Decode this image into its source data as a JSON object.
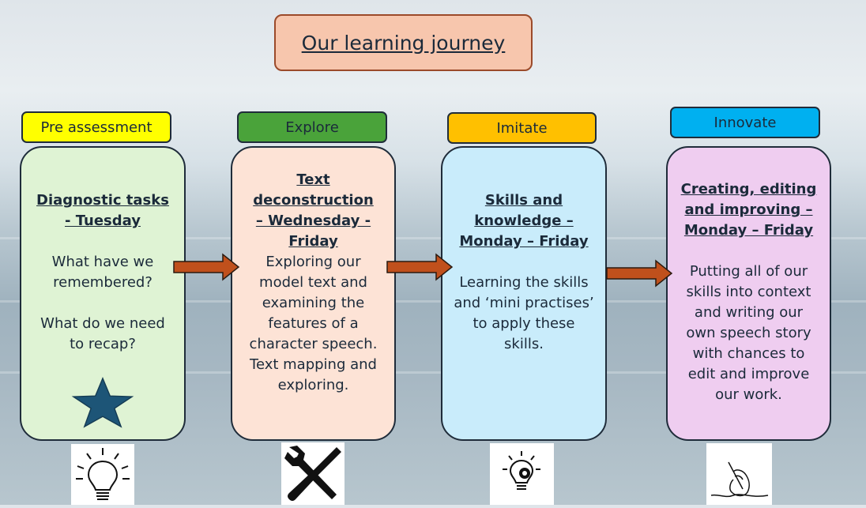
{
  "title": "Our learning journey",
  "colors": {
    "pre_assessment": "#ffff00",
    "explore": "#4aa33a",
    "imitate": "#ffc000",
    "innovate": "#00b0f0"
  },
  "stages": [
    {
      "label": "Pre assessment",
      "heading_lines": [
        "Diagnostic tasks",
        "- Tuesday"
      ],
      "body_lines": [
        "What have we",
        "remembered?",
        "",
        "What do we need",
        "to recap?"
      ],
      "icon": "lightbulb-icon"
    },
    {
      "label": "Explore",
      "heading_lines": [
        "Text deconstruction",
        "– Wednesday -",
        "Friday"
      ],
      "body_lines": [
        "Exploring our",
        "model text and",
        "examining the",
        "features of a",
        "character speech.",
        "Text mapping and",
        "exploring."
      ],
      "icon": "tools-icon"
    },
    {
      "label": "Imitate",
      "heading_lines": [
        "Skills and",
        "knowledge –",
        "Monday – Friday"
      ],
      "body_lines": [
        "Learning the skills",
        "and ‘mini practises’",
        "to apply these",
        "skills."
      ],
      "icon": "gear-lightbulb-icon"
    },
    {
      "label": "Innovate",
      "heading_lines": [
        "Creating, editing",
        "and improving –",
        "Monday – Friday"
      ],
      "body_lines": [
        "Putting all of our",
        "skills into context",
        "and writing our",
        "own  speech story",
        "with chances to",
        "edit and improve",
        "our work."
      ],
      "icon": "writing-hand-icon"
    }
  ]
}
